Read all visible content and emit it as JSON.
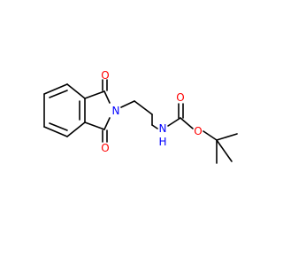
{
  "atoms": {
    "o_top": "O",
    "o_bottom": "O",
    "n_imide": "N",
    "n_amide": "N",
    "h_amide": "H",
    "o_carbonyl": "O",
    "o_ester": "O"
  },
  "colors": {
    "bond": "#000000",
    "oxygen": "#ff0000",
    "nitrogen": "#0000ff"
  }
}
